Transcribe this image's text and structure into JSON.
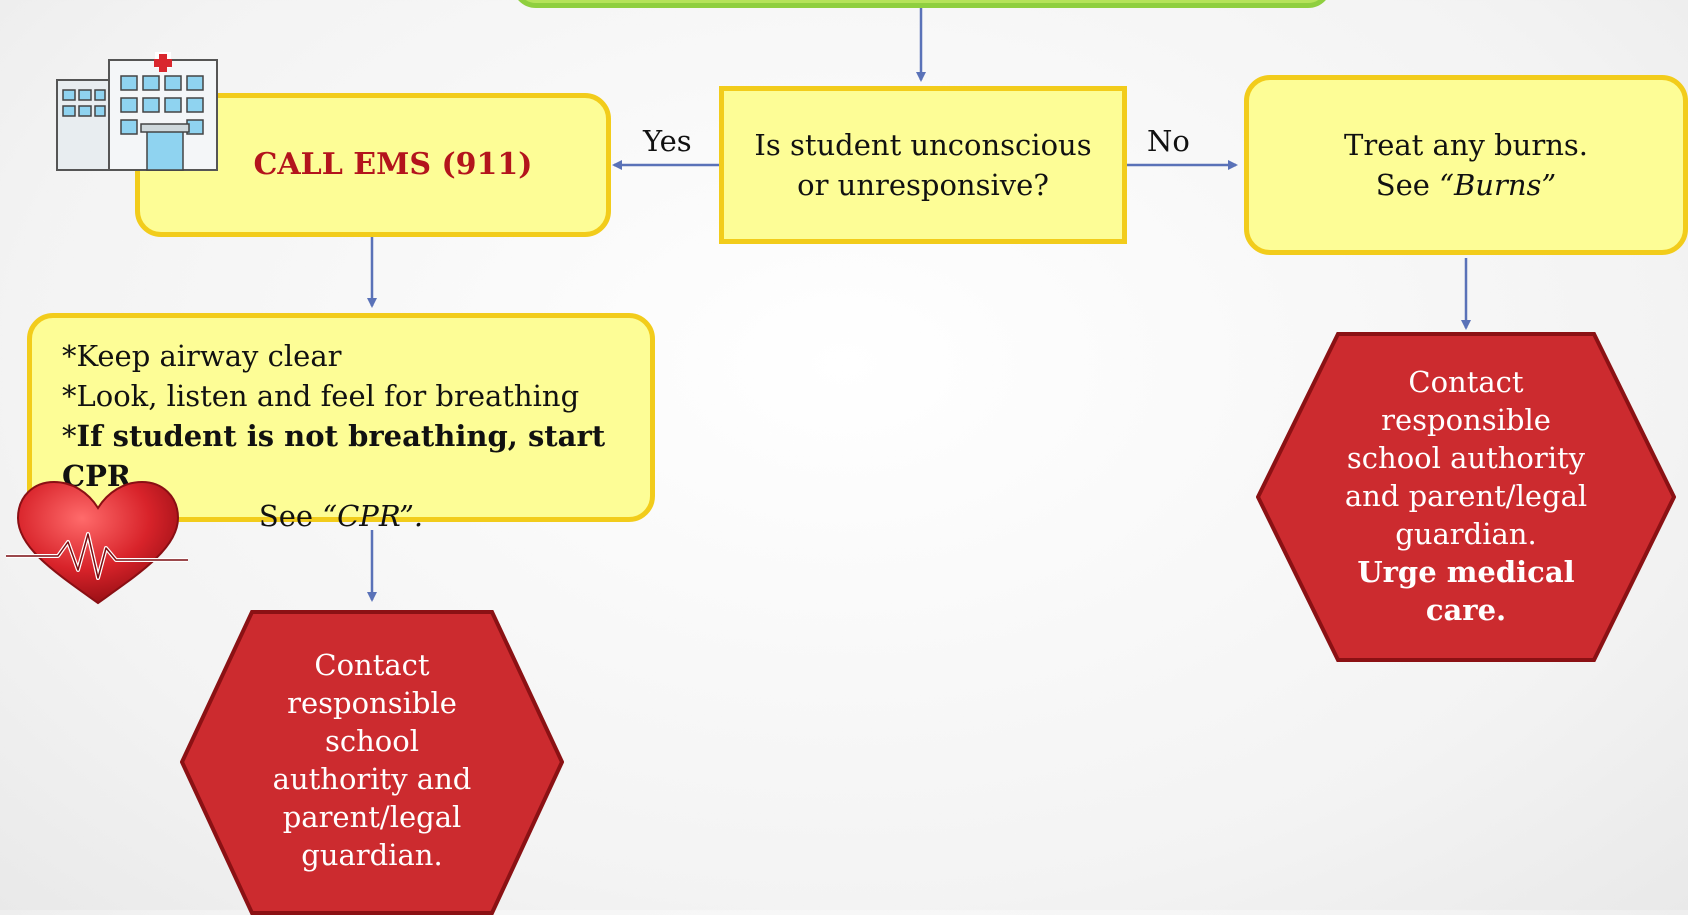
{
  "colors": {
    "box_fill": "#fdfd96",
    "box_border": "#f2cc1b",
    "top_box_fill": "#b5e35a",
    "hex_fill": "#cc2b2f",
    "hex_border": "#8b1114",
    "arrow": "#5a72b8",
    "ems_text": "#b3141c"
  },
  "ems": {
    "label": "CALL EMS (911)",
    "icon": "hospital-icon"
  },
  "question": {
    "text": "Is student unconscious or unresponsive?"
  },
  "branches": {
    "yes": "Yes",
    "no": "No"
  },
  "burns": {
    "line1": "Treat any burns.",
    "see": "See",
    "ref": "“Burns”"
  },
  "airway": {
    "line1": "*Keep airway clear",
    "line2": "*Look, listen and feel for breathing",
    "line3_prefix": "*",
    "line3_bold": "If student is not breathing, start CPR",
    "see": "See",
    "ref": "“CPR”.",
    "icon": "heartbeat-icon"
  },
  "contact_left": {
    "lines": [
      "Contact",
      "responsible",
      "school",
      "authority and",
      "parent/legal",
      "guardian."
    ]
  },
  "contact_right": {
    "lines": [
      "Contact",
      "responsible",
      "school authority",
      "and parent/legal",
      "guardian."
    ],
    "bold_lines": [
      "Urge medical",
      "care."
    ]
  }
}
